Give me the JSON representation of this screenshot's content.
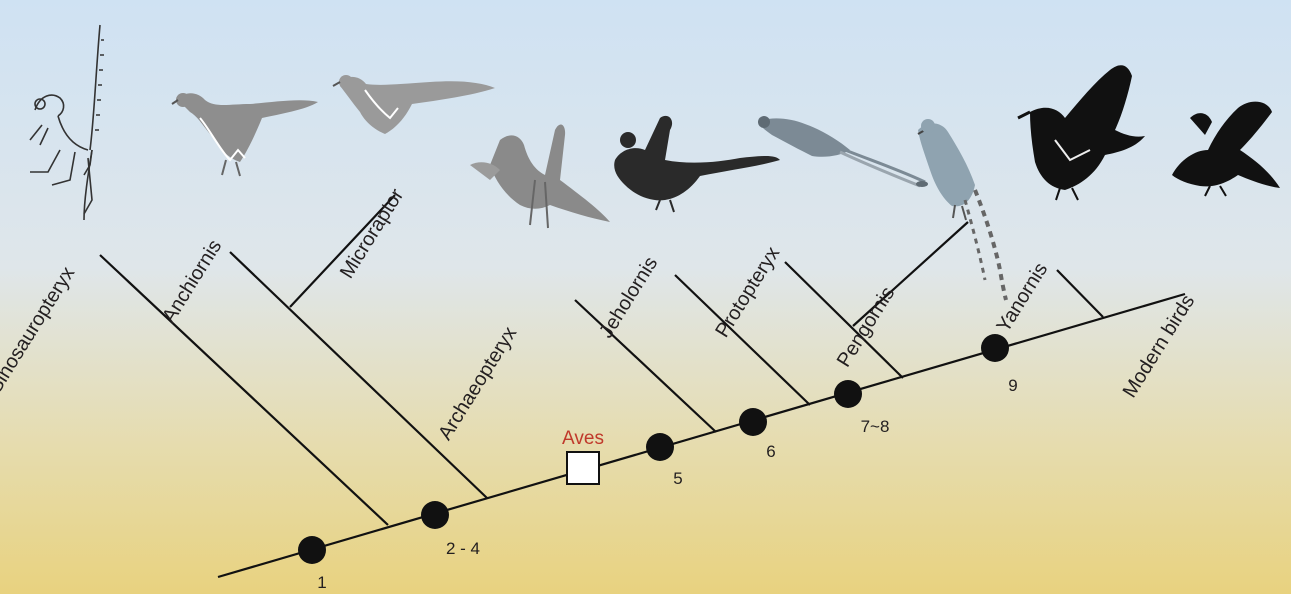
{
  "colors": {
    "sky_top": "#cfe2f3",
    "sand_bottom": "#e8d27f",
    "line": "#111111",
    "node_fill": "#111111",
    "aves_label": "#c0392b",
    "silhouette_gray": "#9a9a9a",
    "silhouette_dark": "#111111"
  },
  "taxa": [
    {
      "name": "Sinosauropteryx",
      "icon": "sinosauropteryx-skeleton-icon"
    },
    {
      "name": "Anchiornis",
      "icon": "anchiornis-icon"
    },
    {
      "name": "Microraptor",
      "icon": "microraptor-icon"
    },
    {
      "name": "Archaeopteryx",
      "icon": "archaeopteryx-icon"
    },
    {
      "name": "Jeholornis",
      "icon": "jeholornis-icon"
    },
    {
      "name": "Protopteryx",
      "icon": "protopteryx-icon"
    },
    {
      "name": "Pengornis",
      "icon": "pengornis-icon"
    },
    {
      "name": "Yanornis",
      "icon": "yanornis-icon"
    },
    {
      "name": "Modern birds",
      "icon": "modern-bird-icon"
    }
  ],
  "nodes": [
    "1",
    "2 - 4",
    "5",
    "6",
    "7~8",
    "9"
  ],
  "clade_marker": "Aves"
}
